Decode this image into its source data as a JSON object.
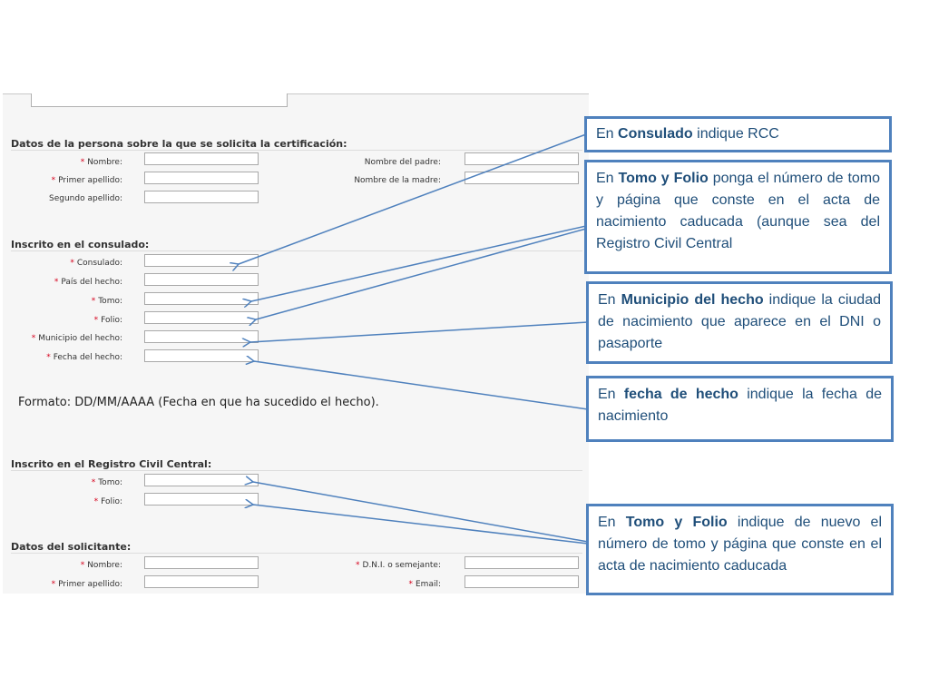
{
  "form": {
    "sections": {
      "persona": {
        "title": "Datos de la persona sobre la que se solicita la certificación:",
        "nombre": "Nombre:",
        "primer_apellido": "Primer apellido:",
        "segundo_apellido": "Segundo apellido:",
        "nombre_padre": "Nombre del padre:",
        "nombre_madre": "Nombre de la madre:"
      },
      "consulado": {
        "title": "Inscrito en el consulado:",
        "consulado": "Consulado:",
        "pais_hecho": "País del hecho:",
        "tomo": "Tomo:",
        "folio": "Folio:",
        "municipio_hecho": "Municipio del hecho:",
        "fecha_hecho": "Fecha del hecho:"
      },
      "format_note": "Formato: DD/MM/AAAA (Fecha en que ha sucedido el hecho).",
      "registro_central": {
        "title": "Inscrito en el Registro Civil Central:",
        "tomo": "Tomo:",
        "folio": "Folio:"
      },
      "solicitante": {
        "title": "Datos del solicitante:",
        "nombre": "Nombre:",
        "primer_apellido": "Primer apellido:",
        "dni": "D.N.I. o semejante:",
        "email": "Email:"
      }
    },
    "required_marker": "*"
  },
  "callouts": {
    "consulado": {
      "pre": "En ",
      "bold": "Consulado",
      "post": " indique RCC"
    },
    "tomo_folio": {
      "pre": " En ",
      "bold": "Tomo y Folio",
      "post": " ponga el número de tomo y página que conste en el acta de nacimiento caducada (aunque sea del Registro Civil Central"
    },
    "municipio": {
      "pre": "En ",
      "bold": "Municipio del hecho",
      "post": " indique la ciudad de nacimiento que aparece en el DNI o pasaporte"
    },
    "fecha": {
      "pre": "En ",
      "bold": "fecha de hecho",
      "post": " indique la fecha de nacimiento"
    },
    "tomo_folio_central": {
      "pre": "En ",
      "bold": "Tomo y Folio",
      "post": " indique de nuevo el número de tomo y página que conste en el acta de nacimiento caducada"
    }
  },
  "colors": {
    "callout_border": "#4f81bd",
    "callout_text": "#1f4e79",
    "required": "#d6001c",
    "panel_bg": "#f6f6f6"
  }
}
